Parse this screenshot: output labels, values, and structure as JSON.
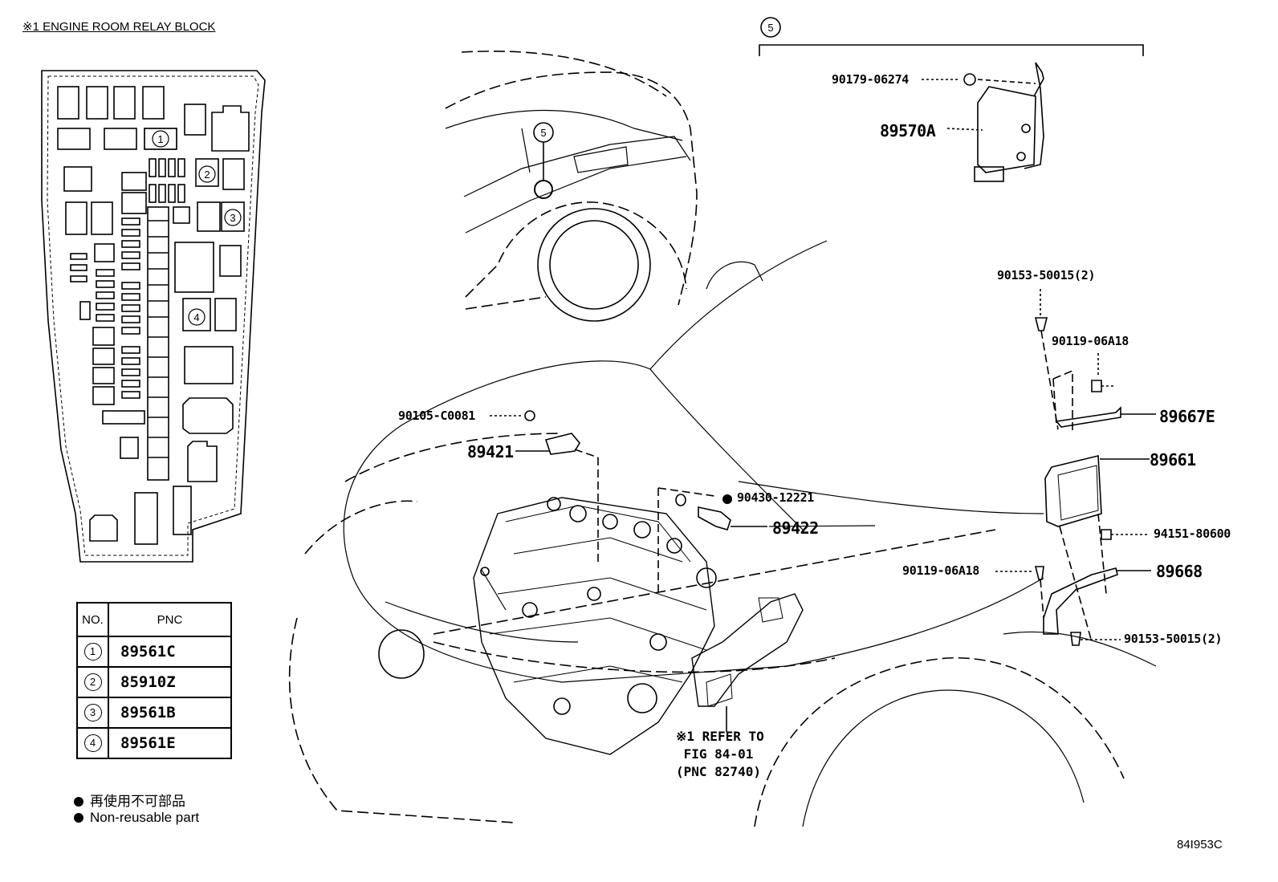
{
  "title": "※1 ENGINE ROOM RELAY BLOCK",
  "callouts": {
    "c1": "1",
    "c2": "2",
    "c3": "3",
    "c4": "4",
    "c5": "5"
  },
  "parts": {
    "p90179": "90179-06274",
    "p89570A": "89570A",
    "p90153_top": "90153-50015(2)",
    "p90119_top": "90119-06A18",
    "p89667E": "89667E",
    "p89661": "89661",
    "p94151": "94151-80600",
    "p90119_bot": "90119-06A18",
    "p89668": "89668",
    "p90153_bot": "90153-50015(2)",
    "p90105": "90105-C0081",
    "p89421": "89421",
    "p90430": "90430-12221",
    "p89422": "89422"
  },
  "refer_note": "※1 REFER TO\n FIG 84-01\n(PNC 82740)",
  "table": {
    "headers": {
      "no": "NO.",
      "pnc": "PNC"
    },
    "rows": [
      {
        "no": "1",
        "pnc": "89561C"
      },
      {
        "no": "2",
        "pnc": "85910Z"
      },
      {
        "no": "3",
        "pnc": "89561B"
      },
      {
        "no": "4",
        "pnc": "89561E"
      }
    ]
  },
  "legend": {
    "jp": "再使用不可部品",
    "en": "Non-reusable part"
  },
  "image_code": "84I953C"
}
